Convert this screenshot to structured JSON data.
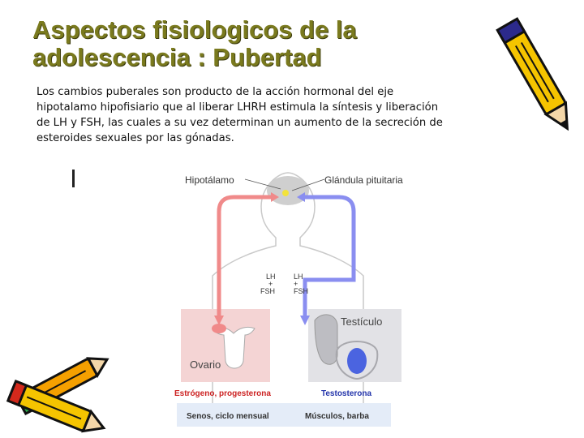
{
  "title_line1": "Aspectos fisiologicos de la",
  "title_line2": "adolescencia : Pubertad",
  "body_line1": "Los cambios puberales son producto de la acción hormonal del eje",
  "body_line2": "hipotalamo hipofisiario que al liberar LHRH estimula la síntesis y liberación",
  "body_line3": "de LH y FSH, las cuales a su vez determinan un aumento de la secreción de",
  "body_line4": "esteroides sexuales por las gónadas.",
  "diagram": {
    "hypothalamus_label": "Hipotálamo",
    "pituitary_label": "Glándula pituitaria",
    "left_hormone_line1": "LH",
    "left_hormone_line2": "+",
    "left_hormone_line3": "FSH",
    "right_hormone_line1": "LH",
    "right_hormone_line2": "+",
    "right_hormone_line3": "FSH",
    "ovary_label": "Ovario",
    "testicle_label": "Testículo",
    "female_hormones": "Estrógeno, progesterona",
    "male_hormones": "Testosterona",
    "female_effects": "Senos, ciclo mensual",
    "male_effects": "Músculos, barba"
  },
  "colors": {
    "title": "#7a7a1e",
    "female_arrow": "#f08a8a",
    "male_arrow": "#8a8ef0",
    "female_hormone_text": "#cc2222",
    "male_hormone_text": "#2233aa",
    "effects_box": "#e4ecf8"
  },
  "icons": [
    "pencil-icon-top-right",
    "pencil-icon-bottom-left"
  ]
}
